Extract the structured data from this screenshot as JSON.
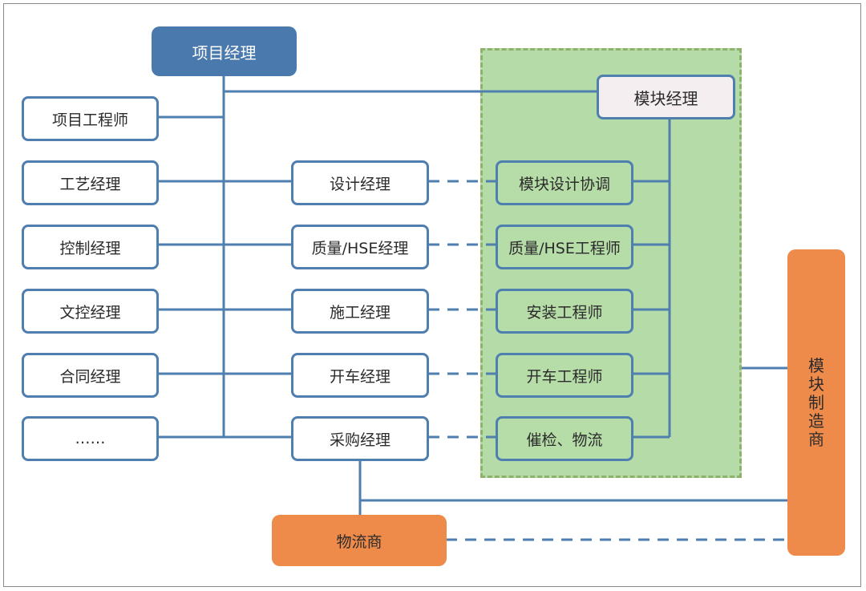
{
  "colors": {
    "blue_line": "#4f7fae",
    "project_manager_fill": "#4a79ad",
    "module_zone_fill": "#b5dba8",
    "module_zone_border": "#8fb26a",
    "orange_fill": "#ee8a4a"
  },
  "top": {
    "project_manager": "项目经理",
    "module_manager": "模块经理"
  },
  "left_column": [
    "项目工程师",
    "工艺经理",
    "控制经理",
    "文控经理",
    "合同经理",
    "……"
  ],
  "middle_column": [
    "设计经理",
    "质量/HSE经理",
    "施工经理",
    "开车经理",
    "采购经理"
  ],
  "module_column": [
    "模块设计协调",
    "质量/HSE工程师",
    "安装工程师",
    "开车工程师",
    "催检、物流"
  ],
  "external": {
    "module_fabricator": "模块制造商",
    "logistics_provider": "物流商"
  }
}
